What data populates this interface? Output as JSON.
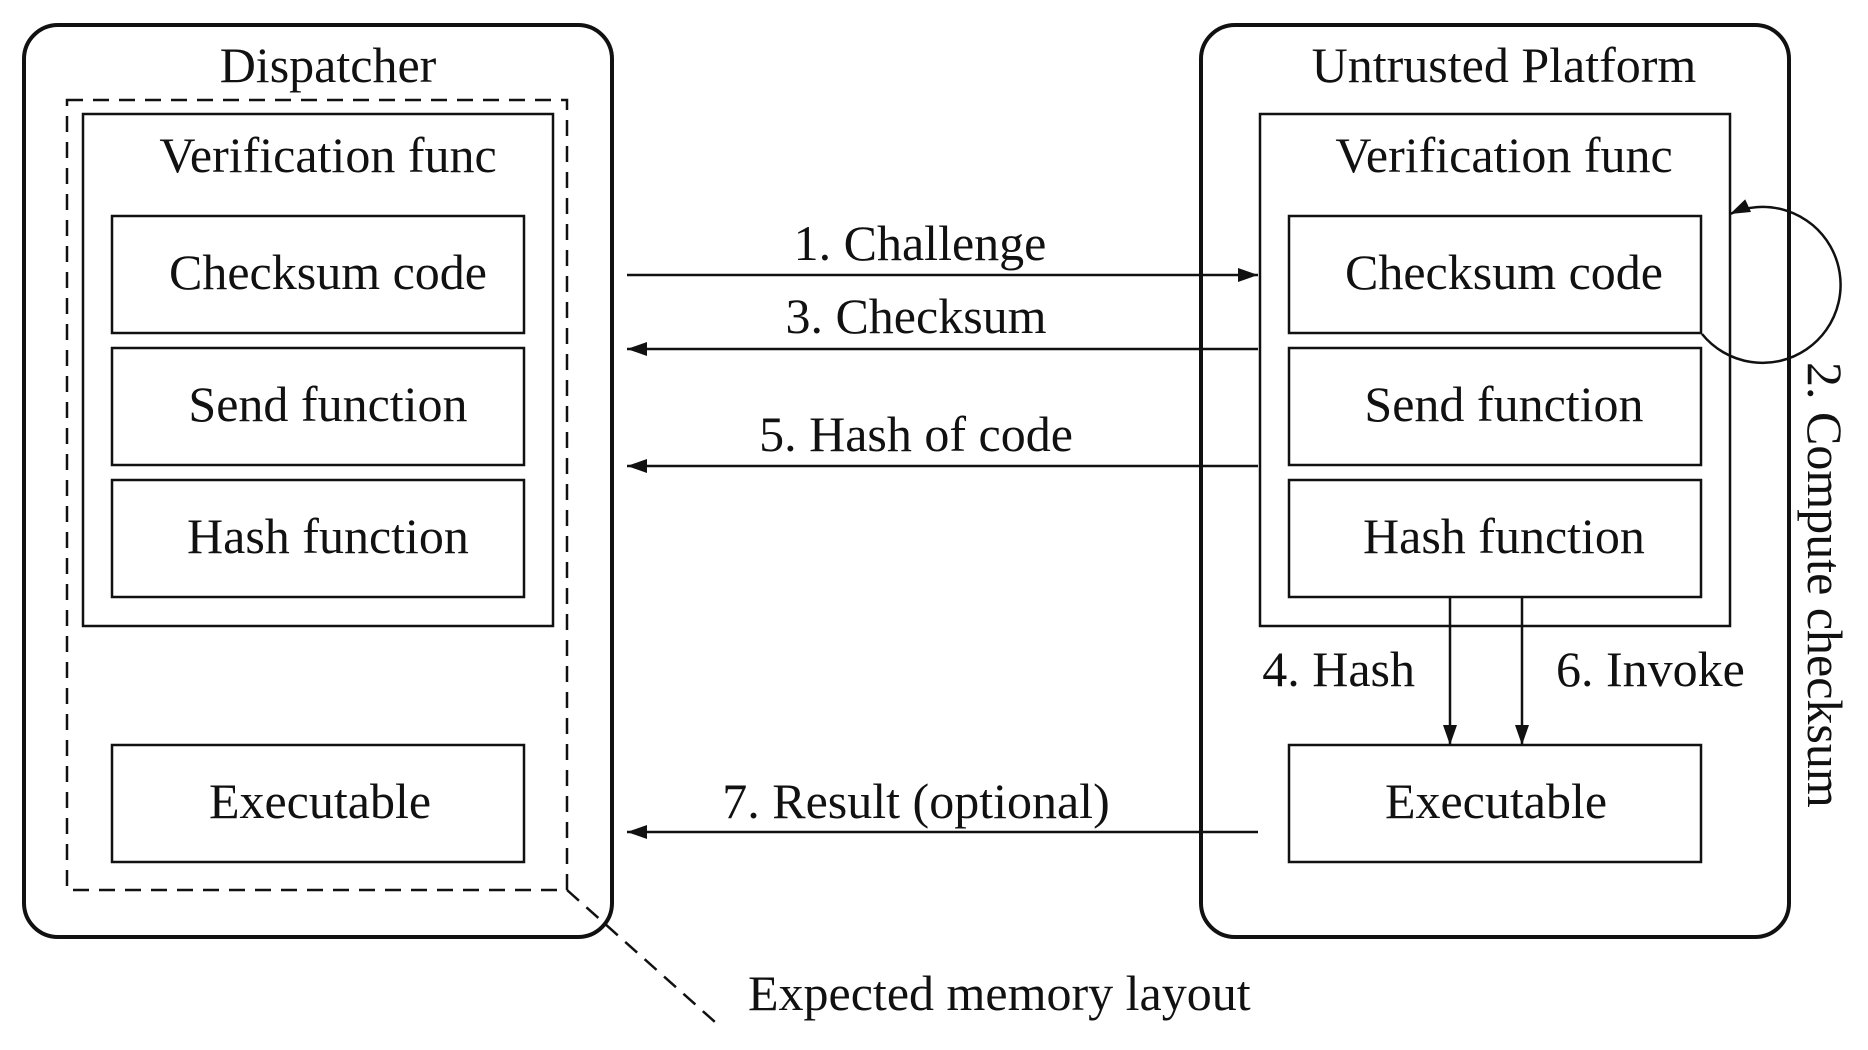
{
  "colors": {
    "stroke": "#111111",
    "background": "#ffffff"
  },
  "dispatcher": {
    "title": "Dispatcher",
    "verification_title": "Verification func",
    "checksum_code": "Checksum code",
    "send_function": "Send function",
    "hash_function": "Hash function",
    "executable": "Executable"
  },
  "platform": {
    "title": "Untrusted Platform",
    "verification_title": "Verification func",
    "checksum_code": "Checksum code",
    "send_function": "Send function",
    "hash_function": "Hash function",
    "executable": "Executable"
  },
  "messages": {
    "challenge": "1. Challenge",
    "compute_checksum": "2. Compute checksum",
    "checksum": "3. Checksum",
    "hash": "4. Hash",
    "hash_of_code": "5. Hash of code",
    "invoke": "6. Invoke",
    "result": "7. Result (optional)"
  },
  "caption": {
    "expected_memory_layout": "Expected memory layout"
  }
}
